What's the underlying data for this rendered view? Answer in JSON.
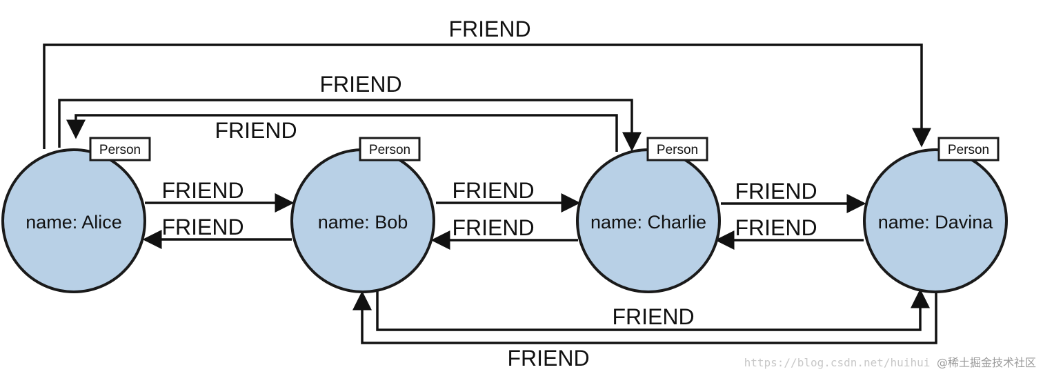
{
  "diagram": {
    "nodes": [
      {
        "id": "alice",
        "label": "name: Alice",
        "tag": "Person"
      },
      {
        "id": "bob",
        "label": "name: Bob",
        "tag": "Person"
      },
      {
        "id": "charlie",
        "label": "name: Charlie",
        "tag": "Person"
      },
      {
        "id": "davina",
        "label": "name: Davina",
        "tag": "Person"
      }
    ],
    "edges": [
      {
        "from": "alice",
        "to": "bob",
        "label": "FRIEND"
      },
      {
        "from": "bob",
        "to": "alice",
        "label": "FRIEND"
      },
      {
        "from": "bob",
        "to": "charlie",
        "label": "FRIEND"
      },
      {
        "from": "charlie",
        "to": "bob",
        "label": "FRIEND"
      },
      {
        "from": "charlie",
        "to": "davina",
        "label": "FRIEND"
      },
      {
        "from": "davina",
        "to": "charlie",
        "label": "FRIEND"
      },
      {
        "from": "alice",
        "to": "davina",
        "label": "FRIEND"
      },
      {
        "from": "alice",
        "to": "charlie",
        "label": "FRIEND"
      },
      {
        "from": "charlie",
        "to": "alice",
        "label": "FRIEND"
      },
      {
        "from": "bob",
        "to": "davina",
        "label": "FRIEND"
      },
      {
        "from": "davina",
        "to": "bob",
        "label": "FRIEND"
      }
    ]
  },
  "watermark": {
    "url": "https://blog.csdn.net/huihui",
    "source": "@稀土掘金技术社区"
  }
}
